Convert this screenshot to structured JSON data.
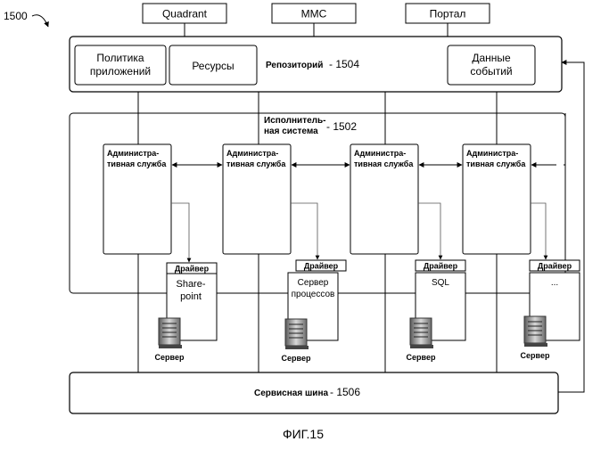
{
  "figure": {
    "number": "1500",
    "caption": "ФИГ.15"
  },
  "top_clients": [
    "Quadrant",
    "MMC",
    "Портал"
  ],
  "repository": {
    "label": "Репозиторий",
    "ref": "- 1504",
    "items": {
      "policy": [
        "Политика",
        "приложений"
      ],
      "resources": "Ресурсы",
      "events": [
        "Данные",
        "событий"
      ]
    }
  },
  "execution_system": {
    "label": [
      "Исполнитель-",
      "ная система"
    ],
    "ref": "- 1502"
  },
  "admin_service_label": [
    "Администра-",
    "тивная служба"
  ],
  "driver_label": "Драйвер",
  "server_label": "Сервер",
  "columns": [
    {
      "resource": [
        "Share-",
        "point"
      ]
    },
    {
      "resource": [
        "Сервер",
        "процессов"
      ]
    },
    {
      "resource": [
        "SQL"
      ]
    },
    {
      "resource": [
        "..."
      ]
    }
  ],
  "service_bus": {
    "label": "Сервисная шина",
    "ref": "- 1506"
  }
}
